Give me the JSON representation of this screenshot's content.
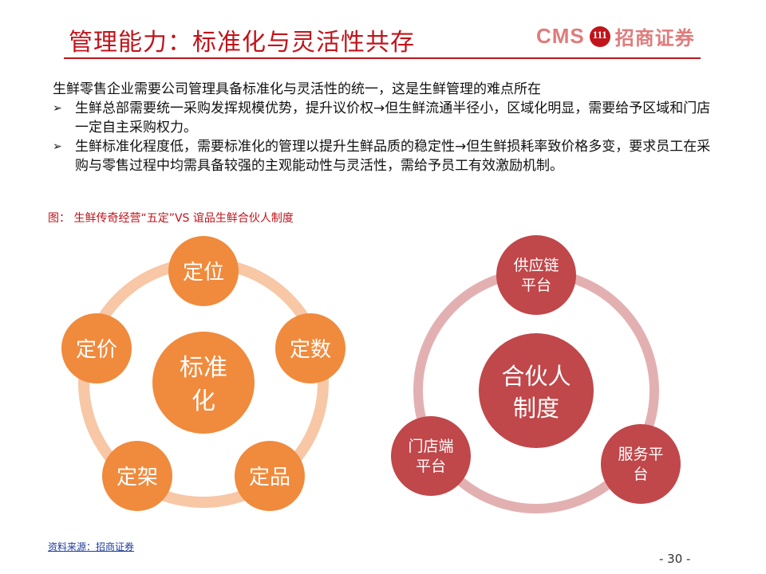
{
  "title": "管理能力：标准化与灵活性共存",
  "logo": {
    "cms": "CMS",
    "badge": "111",
    "company": "招商证券"
  },
  "intro": "生鲜零售企业需要公司管理具备标准化与灵活性的统一，这是生鲜管理的难点所在",
  "bullets": [
    {
      "mark": "➢",
      "text": "生鲜总部需要统一采购发挥规模优势，提升议价权→但生鲜流通半径小，区域化明显，需要给予区域和门店一定自主采购权力。"
    },
    {
      "mark": "➢",
      "text": "生鲜标准化程度低，需要标准化的管理以提升生鲜品质的稳定性→但生鲜损耗率致价格多变，要求员工在采购与零售过程中均需具备较强的主观能动性与灵活性，需给予员工有效激励机制。"
    }
  ],
  "caption": "图：  生鲜传奇经营“五定”VS 谊品生鲜合伙人制度",
  "left_diagram": {
    "center": [
      "标准",
      "化"
    ],
    "nodes": [
      "定位",
      "定数",
      "定品",
      "定架",
      "定价"
    ],
    "node_color": "#f08a3c",
    "ring_color": "#f7c7a6"
  },
  "right_diagram": {
    "center": [
      "合伙人",
      "制度"
    ],
    "nodes": [
      [
        "供应链",
        "平台"
      ],
      [
        "服务平",
        "台"
      ],
      [
        "门店端",
        "平台"
      ]
    ],
    "node_color": "#c0474a",
    "ring_color": "#e3b0b1"
  },
  "source": "资料来源：招商证券",
  "page_number": "- 30 -"
}
